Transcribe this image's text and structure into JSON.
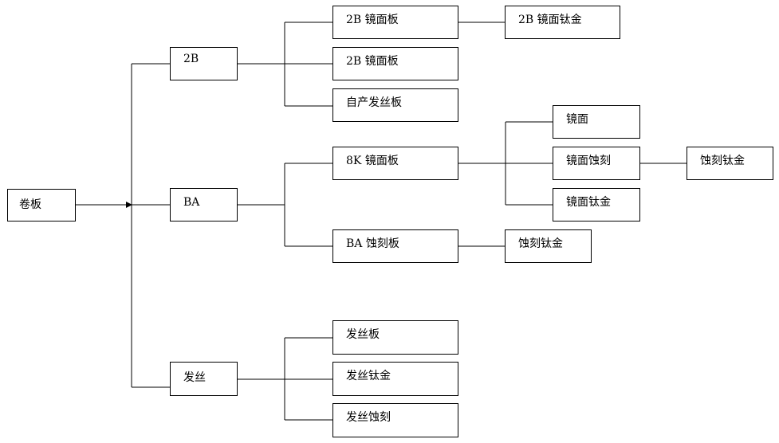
{
  "diagram": {
    "root": "卷板",
    "level1": {
      "n2b": "2B",
      "ba": "BA",
      "hairline": "发丝"
    },
    "level2": {
      "mirror_2b_a": "2B 镜面板",
      "mirror_2b_b": "2B 镜面板",
      "selfmade_hairline": "自产发丝板",
      "mirror_8k": "8K 镜面板",
      "ba_etched": "BA 蚀刻板",
      "hairline_board": "发丝板",
      "hairline_tigold": "发丝钛金",
      "hairline_etched": "发丝蚀刻"
    },
    "level3": {
      "mirror_2b_tigold": "2B 镜面钛金",
      "mirror": "镜面",
      "mirror_etched": "镜面蚀刻",
      "mirror_tigold": "镜面钛金",
      "etched_tigold_ba": "蚀刻钛金"
    },
    "level4": {
      "etched_tigold": "蚀刻钛金"
    }
  }
}
